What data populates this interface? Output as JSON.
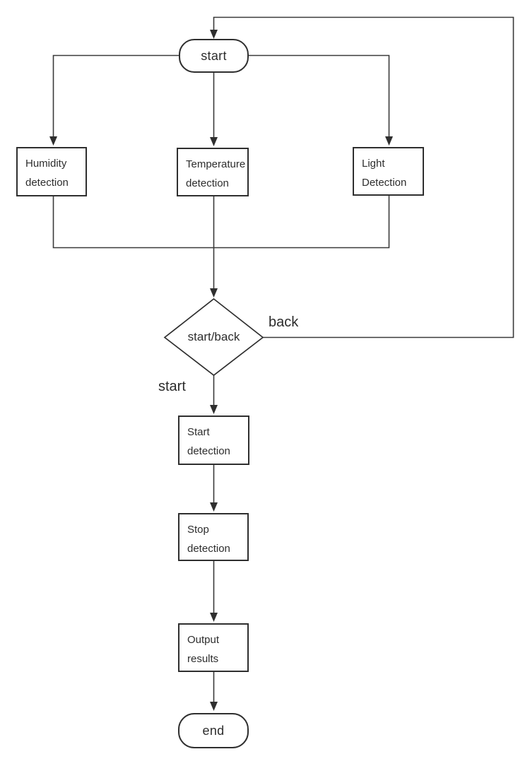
{
  "colors": {
    "background": "#ffffff",
    "line": "#3a3a3a",
    "node_border": "#2f2f2f",
    "node_fill": "#ffffff",
    "text": "#2d2d2d"
  },
  "nodes": {
    "start": {
      "label": "start"
    },
    "humidity": {
      "line1": "Humidity",
      "line2": "detection"
    },
    "temperature": {
      "line1": "Temperature",
      "line2": "detection"
    },
    "light": {
      "line1": "Light",
      "line2": "Detection"
    },
    "decision": {
      "label": "start/back"
    },
    "start_detection": {
      "line1": "Start",
      "line2": "detection"
    },
    "stop_detection": {
      "line1": "Stop",
      "line2": "detection"
    },
    "output_results": {
      "line1": "Output",
      "line2": "results"
    },
    "end": {
      "label": "end"
    }
  },
  "edge_labels": {
    "back": "back",
    "start": "start"
  }
}
